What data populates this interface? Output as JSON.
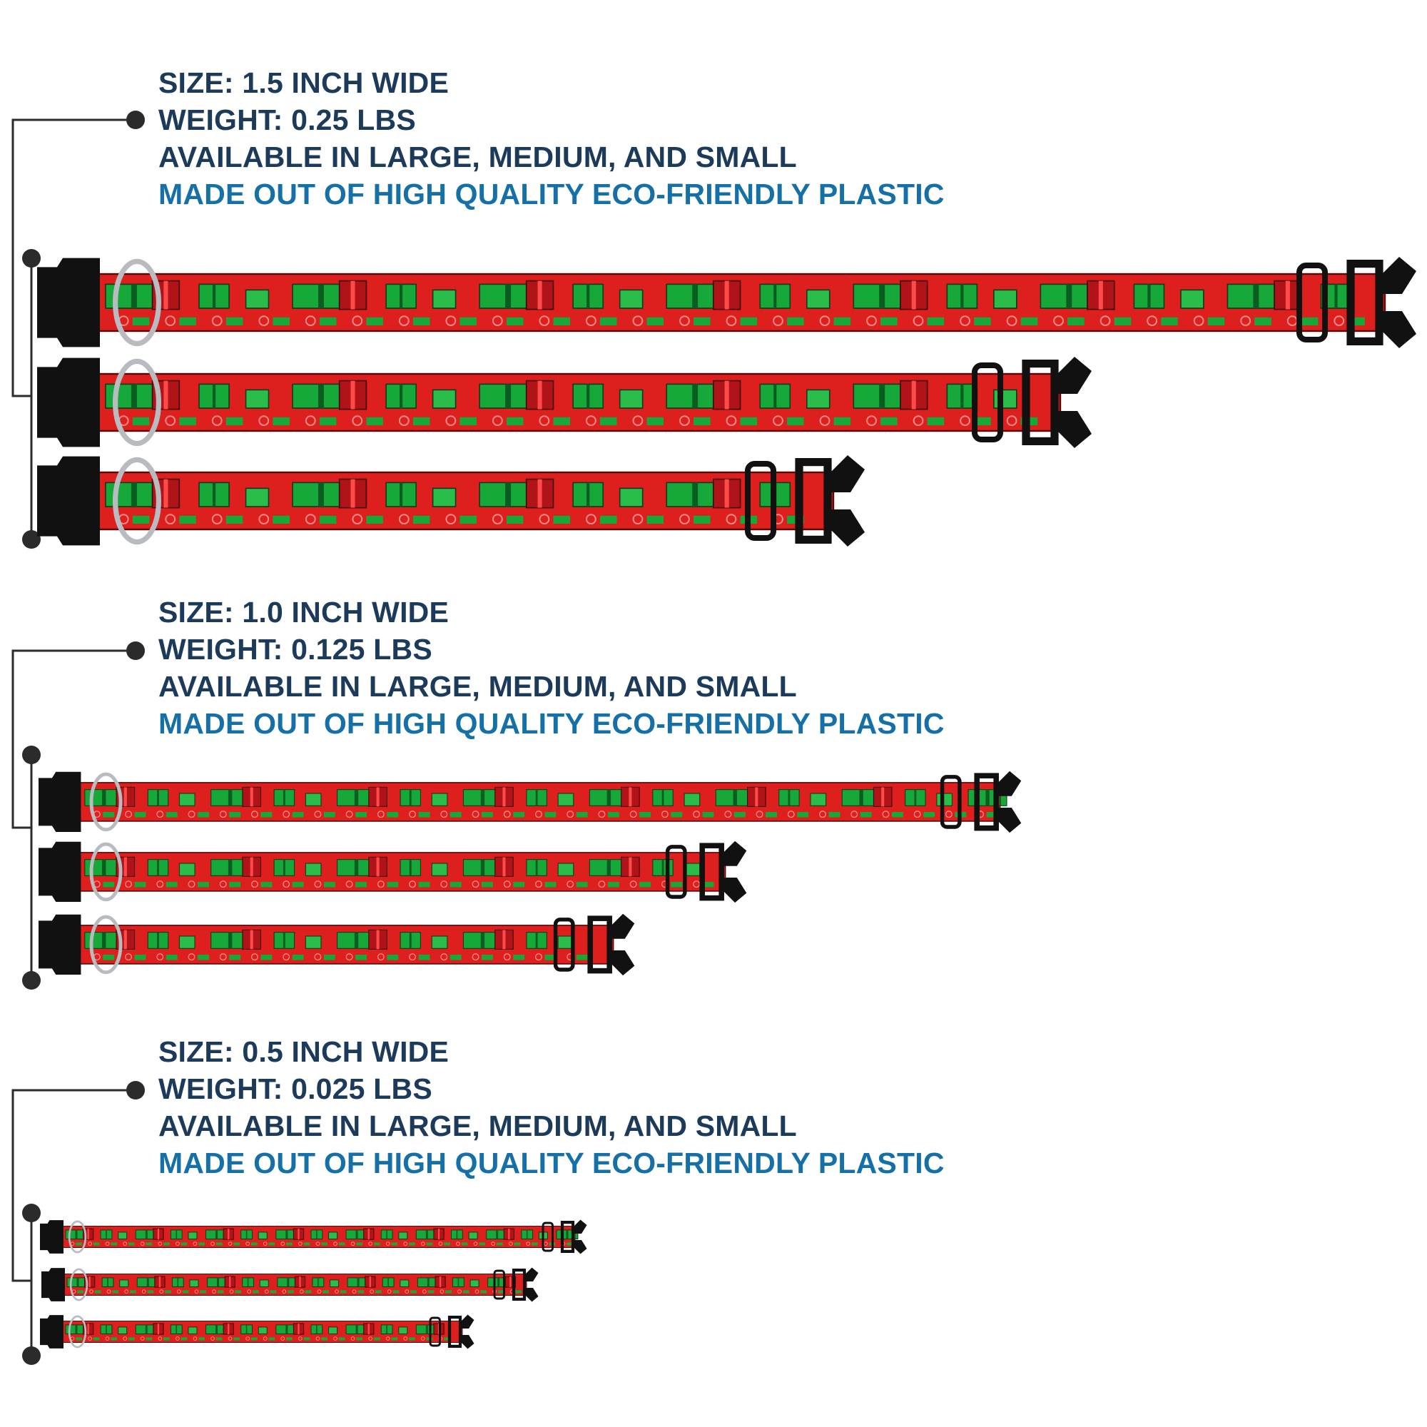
{
  "colors": {
    "heading": "#1c3a5a",
    "accent": "#1670a8",
    "collar_red": "#dd1f1d",
    "gift_green": "#17a83a",
    "gift_dark_red": "#b01418",
    "hardware": "#111111",
    "ring": "#b8bcc0"
  },
  "groups": [
    {
      "size": "SIZE: 1.5 INCH WIDE",
      "weight": "WEIGHT: 0.25 LBS",
      "availability": "AVAILABLE IN LARGE, MEDIUM, AND SMALL",
      "material": "MADE OUT OF HIGH QUALITY ECO-FRIENDLY PLASTIC",
      "collars": [
        {
          "name": "large"
        },
        {
          "name": "medium"
        },
        {
          "name": "small"
        }
      ]
    },
    {
      "size": "SIZE: 1.0 INCH WIDE",
      "weight": "WEIGHT: 0.125 LBS",
      "availability": "AVAILABLE IN LARGE, MEDIUM, AND SMALL",
      "material": "MADE OUT OF HIGH QUALITY ECO-FRIENDLY PLASTIC",
      "collars": [
        {
          "name": "large"
        },
        {
          "name": "medium"
        },
        {
          "name": "small"
        }
      ]
    },
    {
      "size": "SIZE: 0.5 INCH WIDE",
      "weight": "WEIGHT: 0.025 LBS",
      "availability": "AVAILABLE IN LARGE, MEDIUM, AND SMALL",
      "material": "MADE OUT OF HIGH QUALITY ECO-FRIENDLY PLASTIC",
      "collars": [
        {
          "name": "large"
        },
        {
          "name": "medium"
        },
        {
          "name": "small"
        }
      ]
    }
  ]
}
